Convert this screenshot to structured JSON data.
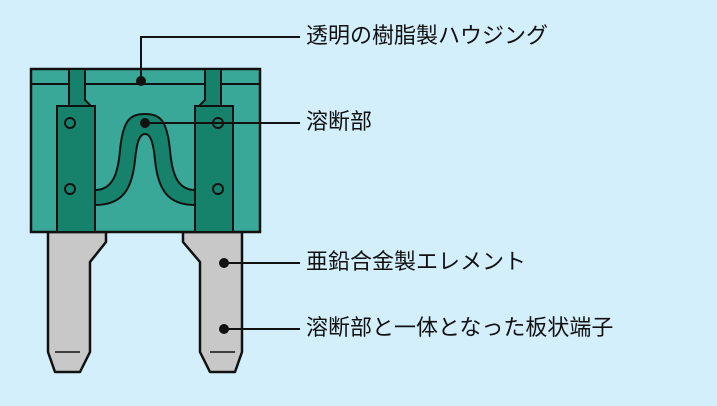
{
  "colors": {
    "background": "#d3effb",
    "housing": "#3aa898",
    "housing_dark": "#17826c",
    "terminal": "#c8c8c8",
    "outline": "#111111"
  },
  "labels": {
    "housing": "透明の樹脂製ハウジング",
    "fuse_element": "溶断部",
    "zinc_alloy": "亜鉛合金製エレメント",
    "terminal": "溶断部と一体となった板状端子"
  }
}
